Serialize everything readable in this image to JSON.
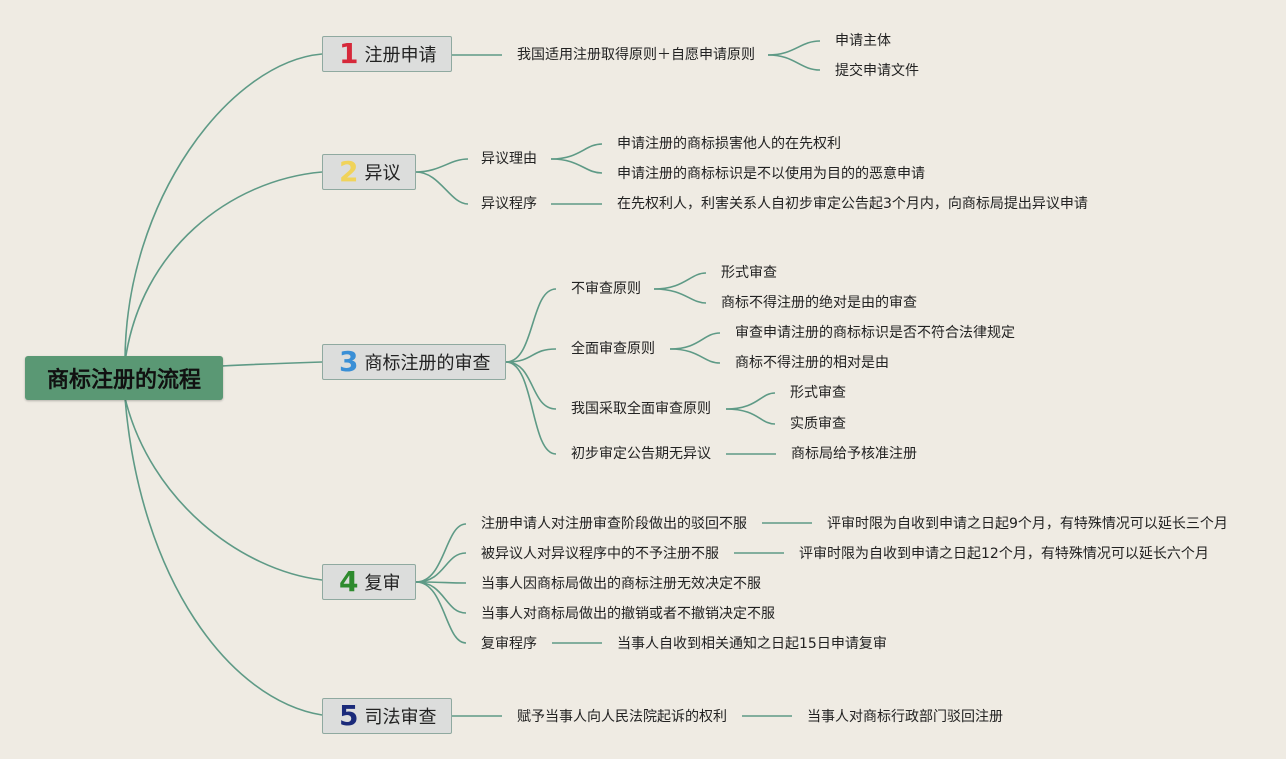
{
  "root": "商标注册的流程",
  "branches": [
    {
      "num": "1",
      "label": "注册申请",
      "color": "#d6283a"
    },
    {
      "num": "2",
      "label": "异议",
      "color": "#f0d35a"
    },
    {
      "num": "3",
      "label": "商标注册的审查",
      "color": "#3a8fd6"
    },
    {
      "num": "4",
      "label": "复审",
      "color": "#2e8b2e"
    },
    {
      "num": "5",
      "label": "司法审查",
      "color": "#1a2a7a"
    }
  ],
  "b1": {
    "principle": "我国适用注册取得原则＋自愿申请原则",
    "items": [
      "申请主体",
      "提交申请文件"
    ]
  },
  "b2": {
    "reason": "异议理由",
    "reasons": [
      "申请注册的商标损害他人的在先权利",
      "申请注册的商标标识是不以使用为目的的恶意申请"
    ],
    "procedure": "异议程序",
    "procedure_detail": "在先权利人，利害关系人自初步审定公告起3个月内，向商标局提出异议申请"
  },
  "b3": {
    "c1": "不审查原则",
    "c1_items": [
      "形式审查",
      "商标不得注册的绝对是由的审查"
    ],
    "c2": "全面审查原则",
    "c2_items": [
      "审查申请注册的商标标识是否不符合法律规定",
      "商标不得注册的相对是由"
    ],
    "c3": "我国采取全面审查原则",
    "c3_items": [
      "形式审查",
      "实质审查"
    ],
    "c4": "初步审定公告期无异议",
    "c4_detail": "商标局给予核准注册"
  },
  "b4": {
    "i1": "注册申请人对注册审查阶段做出的驳回不服",
    "i1_detail": "评审时限为自收到申请之日起9个月，有特殊情况可以延长三个月",
    "i2": "被异议人对异议程序中的不予注册不服",
    "i2_detail": "评审时限为自收到申请之日起12个月，有特殊情况可以延长六个月",
    "i3": "当事人因商标局做出的商标注册无效决定不服",
    "i4": "当事人对商标局做出的撤销或者不撤销决定不服",
    "i5": "复审程序",
    "i5_detail": "当事人自收到相关通知之日起15日申请复审"
  },
  "b5": {
    "right": "赋予当事人向人民法院起诉的权利",
    "detail": "当事人对商标行政部门驳回注册"
  }
}
